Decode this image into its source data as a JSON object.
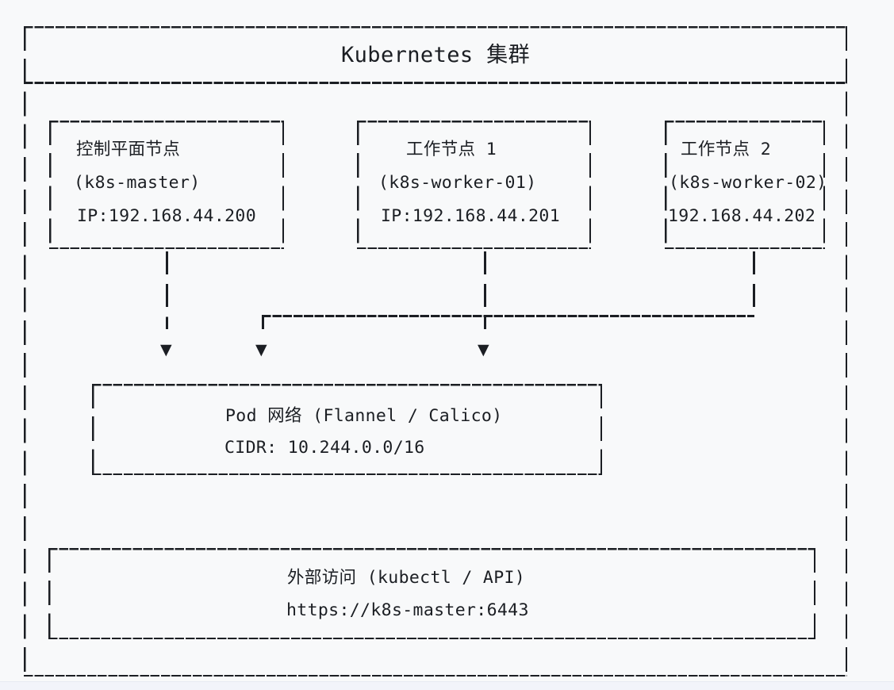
{
  "diagram": {
    "title": "Kubernetes 集群",
    "nodes": [
      {
        "name": "控制平面节点",
        "hostname": "(k8s-master)",
        "ip": "IP:192.168.44.200"
      },
      {
        "name": "工作节点 1",
        "hostname": "(k8s-worker-01)",
        "ip": "IP:192.168.44.201"
      },
      {
        "name": "工作节点 2",
        "hostname": "(k8s-worker-02)",
        "ip": "192.168.44.202"
      }
    ],
    "pod_network": {
      "title": "Pod 网络 (Flannel / Calico)",
      "cidr": "CIDR: 10.244.0.0/16"
    },
    "external_access": {
      "title": "外部访问 (kubectl / API)",
      "url": "https://k8s-master:6443"
    },
    "arrow_glyph": "▼",
    "colors": {
      "ink": "#1b1e23",
      "background": "#f8f9fa"
    }
  }
}
